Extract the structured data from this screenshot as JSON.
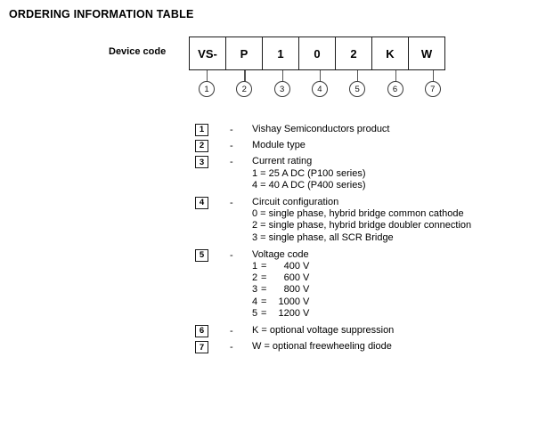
{
  "page": {
    "title": "ORDERING INFORMATION TABLE"
  },
  "device_code": {
    "label": "Device code",
    "cells": [
      "VS-",
      "P",
      "1",
      "0",
      "2",
      "K",
      "W"
    ],
    "callouts": [
      "1",
      "2",
      "3",
      "4",
      "5",
      "6",
      "7"
    ]
  },
  "legend": {
    "separator": "-",
    "items": [
      {
        "index": "1",
        "title": "Vishay Semiconductors product",
        "sub_lines": []
      },
      {
        "index": "2",
        "title": "Module type",
        "sub_lines": []
      },
      {
        "index": "3",
        "title": "Current rating",
        "sub_lines": [
          "1 = 25 A DC (P100 series)",
          "4 = 40 A DC (P400 series)"
        ]
      },
      {
        "index": "4",
        "title": "Circuit configuration",
        "sub_lines": [
          "0 = single phase, hybrid bridge common cathode",
          "2 = single phase, hybrid bridge doubler connection",
          "3 = single phase, all SCR Bridge"
        ]
      },
      {
        "index": "5",
        "title": "Voltage code",
        "voltage_rows": [
          {
            "key": "1",
            "eq": "=",
            "value": "400",
            "unit": "V"
          },
          {
            "key": "2",
            "eq": "=",
            "value": "600",
            "unit": "V"
          },
          {
            "key": "3",
            "eq": "=",
            "value": "800",
            "unit": "V"
          },
          {
            "key": "4",
            "eq": "=",
            "value": "1000",
            "unit": "V"
          },
          {
            "key": "5",
            "eq": "=",
            "value": "1200",
            "unit": "V"
          }
        ],
        "sub_lines": []
      },
      {
        "index": "6",
        "title": "K = optional voltage suppression",
        "sub_lines": []
      },
      {
        "index": "7",
        "title": "W = optional freewheeling diode",
        "sub_lines": []
      }
    ]
  }
}
